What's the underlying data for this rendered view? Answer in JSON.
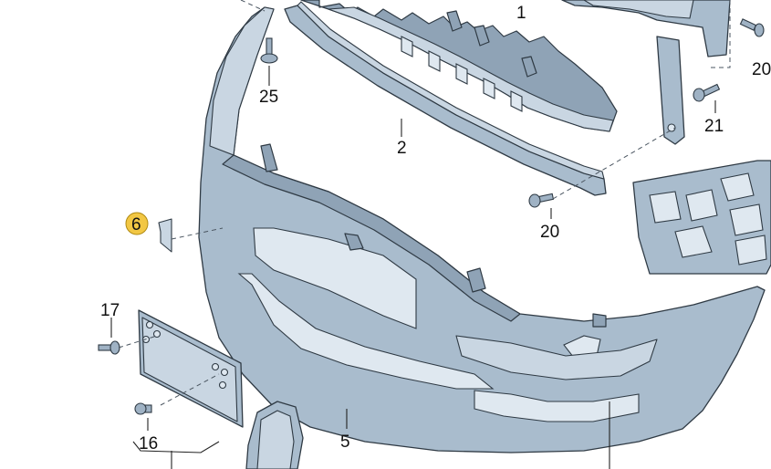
{
  "callouts": {
    "c1": "1",
    "c2": "2",
    "c5": "5",
    "c6": "6",
    "c16": "16",
    "c17": "17",
    "c20a": "20",
    "c20b": "20",
    "c21": "21",
    "c25": "25"
  },
  "colors": {
    "part_fill": "#a9bccd",
    "outline": "#2f3a44",
    "highlight_badge": "#f2c744"
  }
}
